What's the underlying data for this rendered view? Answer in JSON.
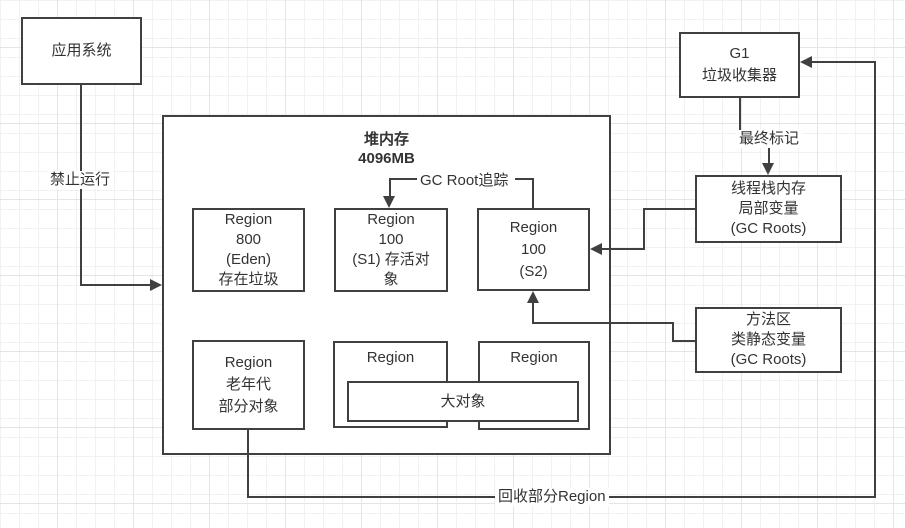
{
  "nodes": {
    "app_system": {
      "label": "应用系统"
    },
    "g1_collector": {
      "lines": [
        "G1",
        "垃圾收集器"
      ]
    },
    "heap": {
      "title": "堆内存",
      "capacity": "4096MB"
    },
    "eden": {
      "lines": [
        "Region",
        "800",
        "(Eden)",
        "存在垃圾"
      ]
    },
    "survivor1": {
      "lines": [
        "Region",
        "100",
        "(S1) 存活对",
        "象"
      ]
    },
    "survivor2": {
      "lines": [
        "Region",
        "100",
        "(S2)"
      ]
    },
    "old_gen": {
      "lines": [
        "Region",
        "老年代",
        "部分对象"
      ]
    },
    "region_bottom_mid": {
      "label": "Region"
    },
    "region_bottom_right": {
      "label": "Region"
    },
    "big_object": {
      "label": "大对象"
    },
    "thread_stack": {
      "lines": [
        "线程栈内存",
        "局部变量",
        "(GC Roots)"
      ]
    },
    "method_area": {
      "lines": [
        "方法区",
        "类静态变量",
        "(GC Roots)"
      ]
    }
  },
  "edge_labels": {
    "forbid_run": "禁止运行",
    "final_mark": "最终标记",
    "gc_root_trace": "GC Root追踪",
    "recycle_region": "回收部分Region"
  },
  "colors": {
    "stroke": "#404040",
    "text": "#333333",
    "canvas_bg": "#ffffff",
    "node_fill": "#ffffff",
    "grid_minor": "#f0f1f3",
    "grid_major": "#e3e5e9"
  }
}
